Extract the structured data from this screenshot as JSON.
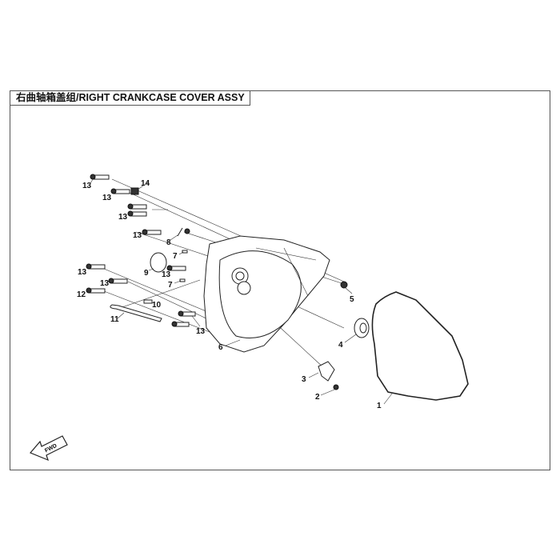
{
  "title": "右曲轴箱盖组/RIGHT CRANKCASE COVER ASSY",
  "fwd_label": "FWD",
  "callouts": [
    {
      "id": "c13a",
      "text": "13"
    },
    {
      "id": "c14",
      "text": "14"
    },
    {
      "id": "c13b",
      "text": "13"
    },
    {
      "id": "c13c",
      "text": "13"
    },
    {
      "id": "c13d",
      "text": "13"
    },
    {
      "id": "c8",
      "text": "8"
    },
    {
      "id": "c7a",
      "text": "7"
    },
    {
      "id": "c9",
      "text": "9"
    },
    {
      "id": "c13e",
      "text": "13"
    },
    {
      "id": "c13f",
      "text": "13"
    },
    {
      "id": "c13g",
      "text": "13"
    },
    {
      "id": "c12",
      "text": "12"
    },
    {
      "id": "c7b",
      "text": "7"
    },
    {
      "id": "c10",
      "text": "10"
    },
    {
      "id": "c11",
      "text": "11"
    },
    {
      "id": "c13h",
      "text": "13"
    },
    {
      "id": "c6",
      "text": "6"
    },
    {
      "id": "c5",
      "text": "5"
    },
    {
      "id": "c4",
      "text": "4"
    },
    {
      "id": "c3",
      "text": "3"
    },
    {
      "id": "c2",
      "text": "2"
    },
    {
      "id": "c1",
      "text": "1"
    }
  ]
}
